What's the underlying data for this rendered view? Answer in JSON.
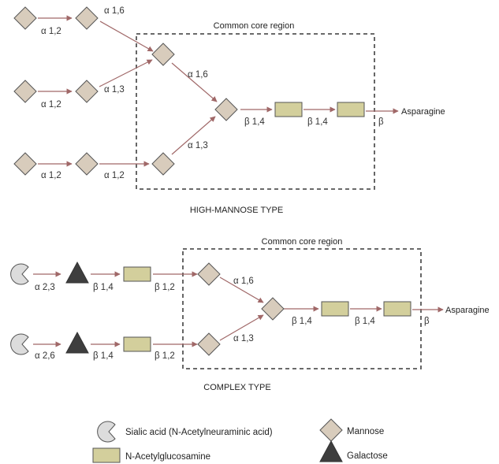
{
  "high_mannose": {
    "core_label": "Common core region",
    "caption": "HIGH-MANNOSE TYPE",
    "target": "Asparagine",
    "links": {
      "r1_a": "α 1,2",
      "r1_b": "α 1,6",
      "r2_a": "α 1,2",
      "r2_b": "α 1,3",
      "r3_a": "α 1,2",
      "r3_b": "α 1,2",
      "core_up": "α 1,6",
      "core_down": "α 1,3",
      "core_b1": "β 1,4",
      "core_b2": "β 1,4",
      "core_b3": "β"
    }
  },
  "complex": {
    "core_label": "Common core region",
    "caption": "COMPLEX TYPE",
    "target": "Asparagine",
    "links": {
      "top_a": "α 2,3",
      "top_b": "β 1,4",
      "top_c": "β 1,2",
      "top_d": "α 1,6",
      "bot_a": "α 2,6",
      "bot_b": "β 1,4",
      "bot_c": "β 1,2",
      "bot_d": "α 1,3",
      "core_b1": "β 1,4",
      "core_b2": "β 1,4",
      "core_b3": "β"
    }
  },
  "legend": {
    "sialic": "Sialic acid (N-Acetylneuraminic acid)",
    "glcnac": "N-Acetylglucosamine",
    "mannose": "Mannose",
    "galactose": "Galactose"
  },
  "colors": {
    "mannose": "#d8ccbc",
    "glcnac": "#d3cf9c",
    "galactose": "#3e3e3e",
    "sialic": "#dcdcdc",
    "arrow": "#a06868",
    "border": "#555555"
  }
}
